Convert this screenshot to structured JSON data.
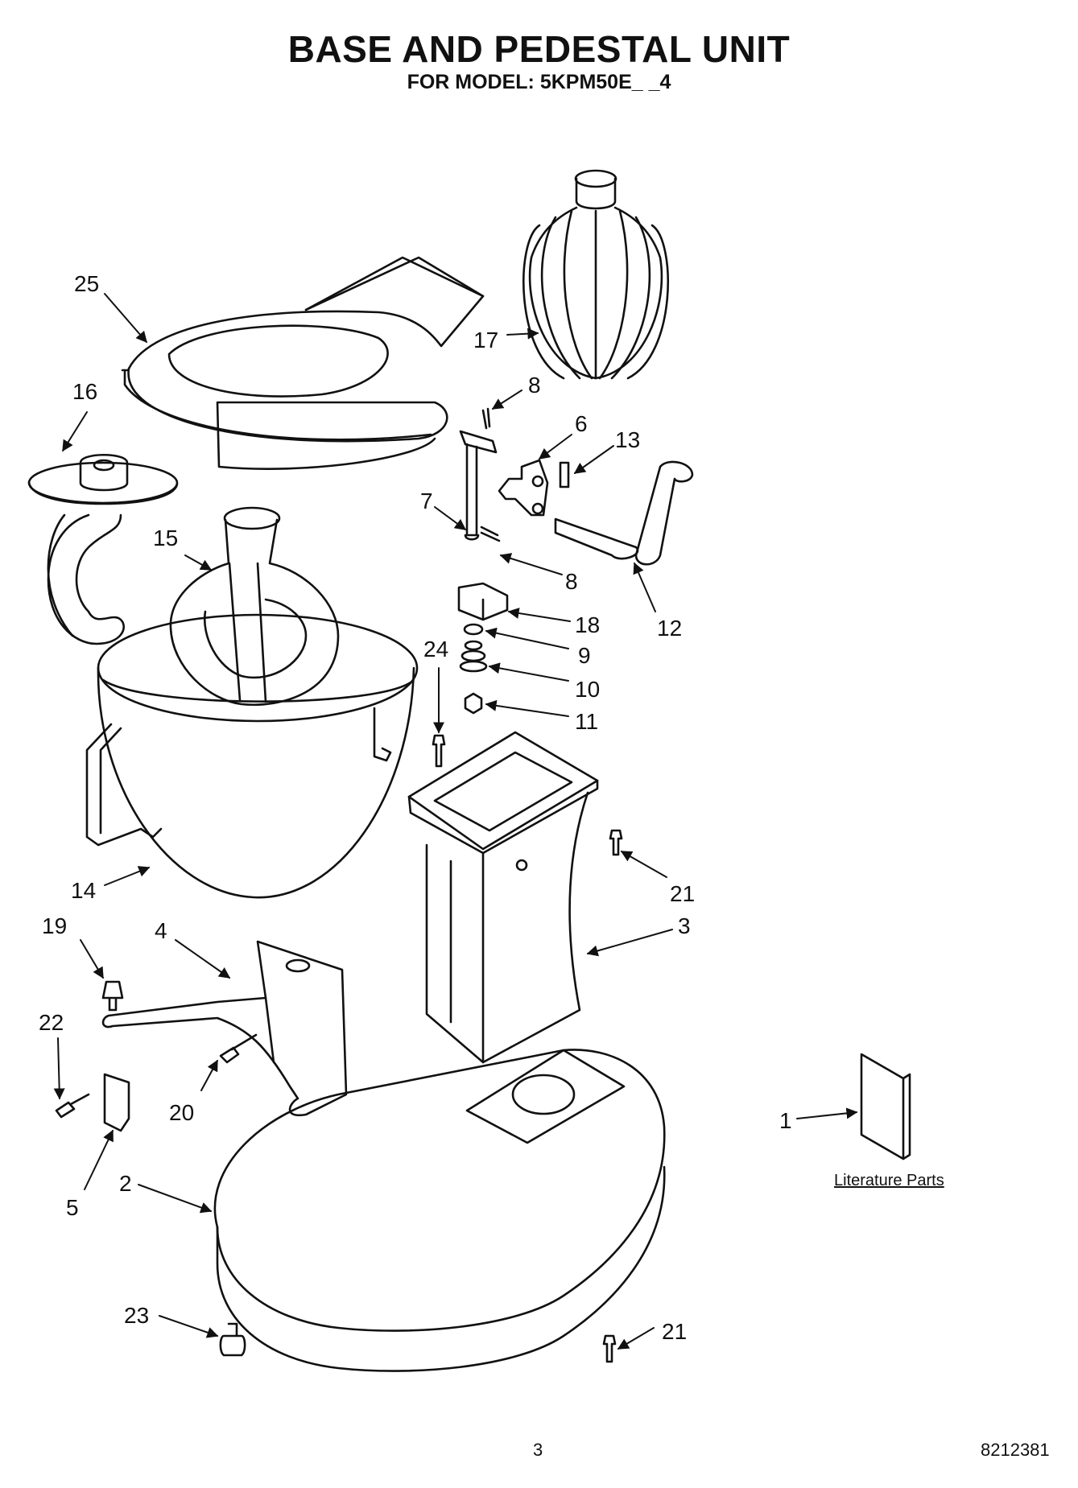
{
  "header": {
    "title": "BASE AND PEDESTAL UNIT",
    "subtitle": "FOR MODEL: 5KPM50E_ _4"
  },
  "footer": {
    "page_number": "3",
    "doc_number": "8212381"
  },
  "callouts": [
    "25",
    "16",
    "15",
    "17",
    "8",
    "6",
    "13",
    "7",
    "8",
    "18",
    "12",
    "9",
    "24",
    "10",
    "11",
    "14",
    "21",
    "19",
    "4",
    "3",
    "22",
    "20",
    "5",
    "2",
    "1",
    "23",
    "21"
  ],
  "literature_label": "Literature Parts"
}
